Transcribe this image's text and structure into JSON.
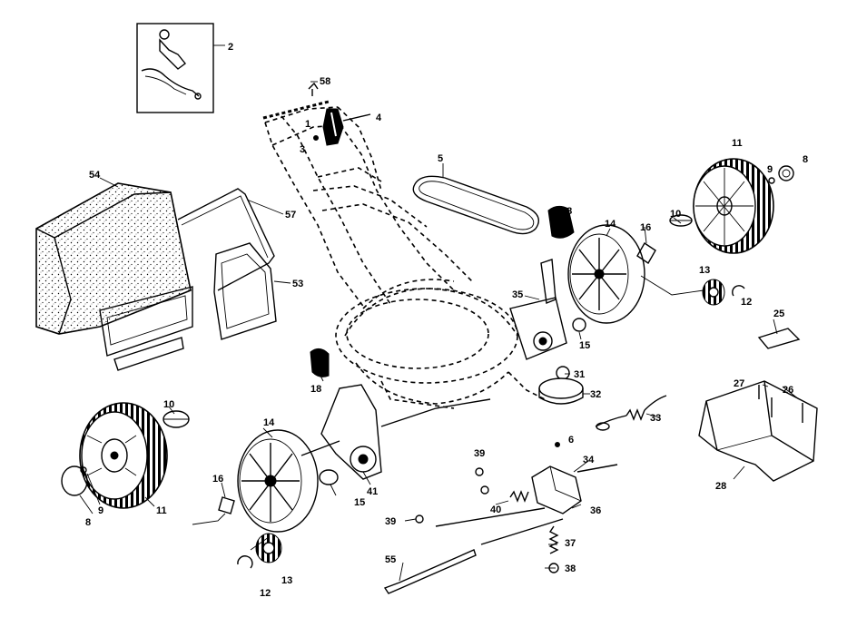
{
  "parts": [
    {
      "key": "p2",
      "label": "2"
    },
    {
      "key": "p58",
      "label": "58"
    },
    {
      "key": "p1",
      "label": "1"
    },
    {
      "key": "p4",
      "label": "4"
    },
    {
      "key": "p3",
      "label": "3"
    },
    {
      "key": "p5",
      "label": "5"
    },
    {
      "key": "p54",
      "label": "54"
    },
    {
      "key": "p57",
      "label": "57"
    },
    {
      "key": "p53",
      "label": "53"
    },
    {
      "key": "p11a",
      "label": "11"
    },
    {
      "key": "p9a",
      "label": "9"
    },
    {
      "key": "p8a",
      "label": "8"
    },
    {
      "key": "p18a",
      "label": "18"
    },
    {
      "key": "p14a",
      "label": "14"
    },
    {
      "key": "p16a",
      "label": "16"
    },
    {
      "key": "p10a",
      "label": "10"
    },
    {
      "key": "p13a",
      "label": "13"
    },
    {
      "key": "p12a",
      "label": "12"
    },
    {
      "key": "p35",
      "label": "35"
    },
    {
      "key": "p15a",
      "label": "15"
    },
    {
      "key": "p25",
      "label": "25"
    },
    {
      "key": "p31",
      "label": "31"
    },
    {
      "key": "p32",
      "label": "32"
    },
    {
      "key": "p27",
      "label": "27"
    },
    {
      "key": "p26",
      "label": "26"
    },
    {
      "key": "p33",
      "label": "33"
    },
    {
      "key": "p18b",
      "label": "18"
    },
    {
      "key": "p10b",
      "label": "10"
    },
    {
      "key": "p14b",
      "label": "14"
    },
    {
      "key": "p6",
      "label": "6"
    },
    {
      "key": "p34",
      "label": "34"
    },
    {
      "key": "p28",
      "label": "28"
    },
    {
      "key": "p39a",
      "label": "39"
    },
    {
      "key": "p16b",
      "label": "16"
    },
    {
      "key": "p41",
      "label": "41"
    },
    {
      "key": "p15b",
      "label": "15"
    },
    {
      "key": "p40",
      "label": "40"
    },
    {
      "key": "p36",
      "label": "36"
    },
    {
      "key": "p8b",
      "label": "8"
    },
    {
      "key": "p9b",
      "label": "9"
    },
    {
      "key": "p11b",
      "label": "11"
    },
    {
      "key": "p39b",
      "label": "39"
    },
    {
      "key": "p37",
      "label": "37"
    },
    {
      "key": "p55",
      "label": "55"
    },
    {
      "key": "p13b",
      "label": "13"
    },
    {
      "key": "p38",
      "label": "38"
    },
    {
      "key": "p12b",
      "label": "12"
    }
  ]
}
